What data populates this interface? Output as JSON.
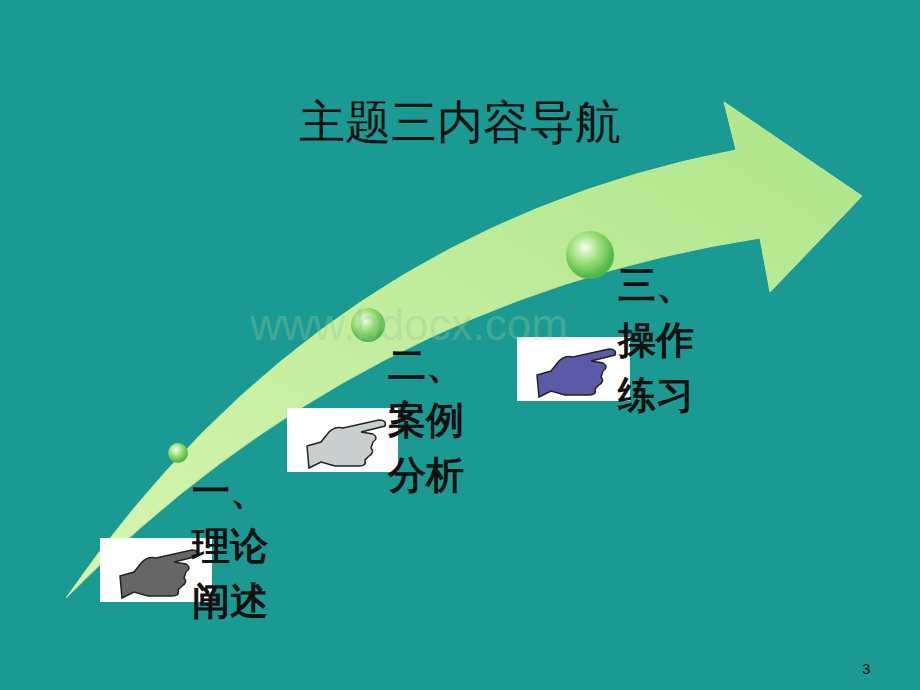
{
  "diagram": {
    "title": "主题三内容导航",
    "labels": [
      "一、理论阐述",
      "二、案例分析",
      "三、操作练习",
      "www.bdocx.com",
      "3"
    ]
  }
}
